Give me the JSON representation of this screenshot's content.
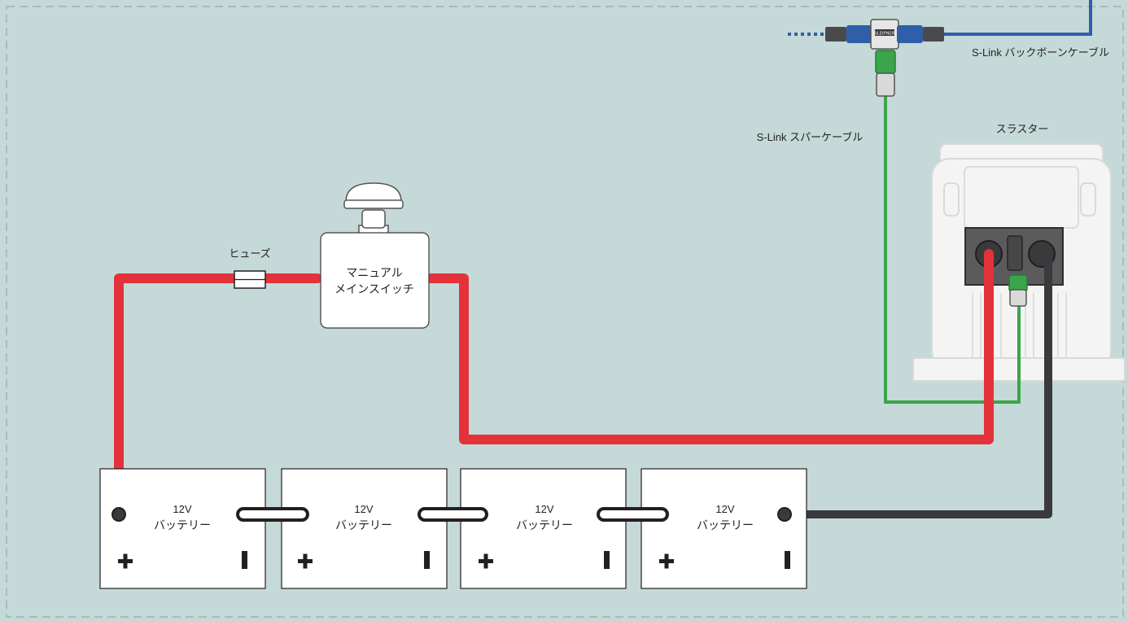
{
  "labels": {
    "backbone_cable": "S-Link バックボーンケーブル",
    "spur_cable": "S-Link スパーケーブル",
    "thruster": "スラスター",
    "fuse": "ヒューズ",
    "switch_line1": "マニュアル",
    "switch_line2": "メインスイッチ",
    "connector_brand": "SLEIPNER"
  },
  "batteries": [
    {
      "voltage": "12V",
      "name": "バッテリー",
      "plus": "+",
      "minus": "−"
    },
    {
      "voltage": "12V",
      "name": "バッテリー",
      "plus": "+",
      "minus": "−"
    },
    {
      "voltage": "12V",
      "name": "バッテリー",
      "plus": "+",
      "minus": "−"
    },
    {
      "voltage": "12V",
      "name": "バッテリー",
      "plus": "+",
      "minus": "−"
    }
  ],
  "colors": {
    "background": "#c5d9d8",
    "positive_cable": "#e3323a",
    "negative_cable": "#3a3a3c",
    "spur_cable": "#3aa54a",
    "backbone_cable": "#2e5fa8",
    "component_fill": "#ffffff"
  }
}
